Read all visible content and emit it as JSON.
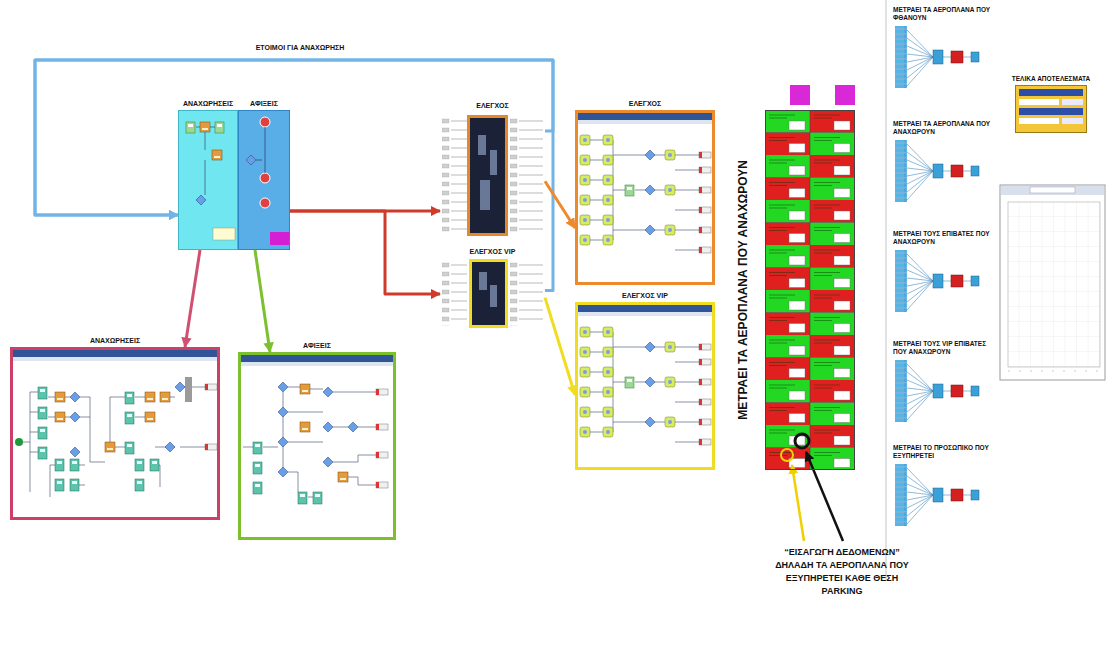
{
  "diagram": {
    "nodes": [
      {
        "text": [
          "ΑΝΑΧΩΡΗΣΕΙΣ"
        ]
      },
      {
        "text": [
          "ΑΦΙΞΕΙΣ"
        ]
      },
      {
        "text": [
          "ΕΛΕΓΧΟΣ"
        ]
      },
      {
        "text": [
          "ΕΛΕΓΧΟΣ VIP"
        ]
      },
      {
        "text": [
          "ΕΛΕΓΧΟΣ"
        ]
      },
      {
        "text": [
          "ΕΛΕΓΧΟΣ VIP"
        ]
      },
      {
        "text": [
          "ΑΝΑΧΩΡΗΣΕΙΣ"
        ]
      },
      {
        "text": [
          "ΑΦΙΞΕΙΣ"
        ]
      },
      {
        "text": [
          "ΜΕΤΡΑΕΙ ΤΑ ΑΕΡΟΠΛΑΝΑ ΠΟΥ ΑΝΑΧΩΡΟΥΝ"
        ]
      },
      {
        "text": [
          "ΜΕΤΡΑΕΙ ΤΑ ΑΕΡΟΠΛΑΝΑ ΠΟΥ ΦΘΑΝΟΥΝ"
        ]
      },
      {
        "text": [
          "ΜΕΤΡΑΕΙ ΤΑ ΑΕΡΟΠΛΑΝΑ ΠΟΥ ΑΝΑΧΩΡΟΥΝ"
        ]
      },
      {
        "text": [
          "ΜΕΤΡΑΕΙ ΤΟΥΣ ΕΠΙΒΑΤΕΣ ΠΟΥ ΑΝΑΧΩΡΟΥΝ"
        ]
      },
      {
        "text": [
          "ΜΕΤΡΑΕΙ ΤΟΥΣ VIP ΕΠΙΒΑΤΕΣ ΠΟΥ ΑΝΑΧΩΡΟΥΝ"
        ]
      },
      {
        "text": [
          "ΜΕΤΡΑΕΙ ΤΟ ΠΡΟΣΩΠΙΚΟ ΠΟΥ ΕΞΥΠΗΡΕΤΕΙ"
        ]
      },
      {
        "text": [
          "ΤΕΛΙΚΑ ΑΠΟΤΕΛΕΣΜΑΤΑ"
        ]
      }
    ],
    "edges": [
      {
        "from": 2,
        "to": 0,
        "label": "ΕΤΟΙΜΟΙ ΓΙΑ ΑΝΑΧΩΡΗΣΗ",
        "arrow": "to"
      },
      {
        "from": 3,
        "to": 0,
        "arrow": "to"
      },
      {
        "from": 1,
        "to": 2,
        "arrow": "to"
      },
      {
        "from": 1,
        "to": 3,
        "arrow": "to"
      },
      {
        "from": 0,
        "to": 6,
        "arrow": "to"
      },
      {
        "from": 1,
        "to": 7,
        "arrow": "to"
      },
      {
        "from": 2,
        "to": 4,
        "arrow": "to"
      },
      {
        "from": 3,
        "to": 5,
        "arrow": "to"
      }
    ],
    "labels": [
      "“ΕΙΣΑΓΩΓΗ ΔΕΔΟΜΕΝΩΝ” ΔΗΛΑΔΗ ΤΑ ΑΕΡΟΠΛΑΝΑ ΠΟΥ ΕΞΥΠΗΡΕΤΕΙ ΚΑΘΕ ΘΕΣΗ PARKING"
    ]
  }
}
